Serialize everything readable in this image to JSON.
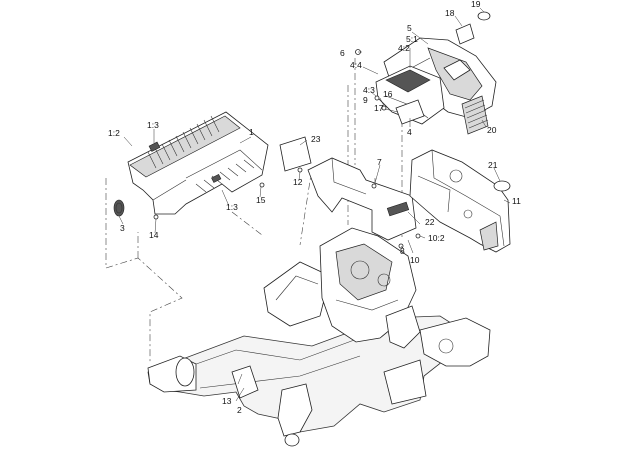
{
  "callouts": [
    {
      "id": "c1",
      "text": "1"
    },
    {
      "id": "c1_2",
      "text": "1:2"
    },
    {
      "id": "c1_3a",
      "text": "1:3"
    },
    {
      "id": "c1_3b",
      "text": "1:3"
    },
    {
      "id": "c2",
      "text": "2"
    },
    {
      "id": "c3",
      "text": "3"
    },
    {
      "id": "c4",
      "text": "4"
    },
    {
      "id": "c4_2",
      "text": "4:2"
    },
    {
      "id": "c4_3",
      "text": "4:3"
    },
    {
      "id": "c4_4",
      "text": "4:4"
    },
    {
      "id": "c5",
      "text": "5"
    },
    {
      "id": "c5_1",
      "text": "5:1"
    },
    {
      "id": "c6",
      "text": "6"
    },
    {
      "id": "c7",
      "text": "7"
    },
    {
      "id": "c8",
      "text": "8"
    },
    {
      "id": "c9",
      "text": "9"
    },
    {
      "id": "c10",
      "text": "10"
    },
    {
      "id": "c10_2",
      "text": "10:2"
    },
    {
      "id": "c11",
      "text": "11"
    },
    {
      "id": "c12",
      "text": "12"
    },
    {
      "id": "c13",
      "text": "13"
    },
    {
      "id": "c14",
      "text": "14"
    },
    {
      "id": "c15",
      "text": "15"
    },
    {
      "id": "c16",
      "text": "16"
    },
    {
      "id": "c17",
      "text": "17"
    },
    {
      "id": "c18",
      "text": "18"
    },
    {
      "id": "c19",
      "text": "19"
    },
    {
      "id": "c20",
      "text": "20"
    },
    {
      "id": "c21",
      "text": "21"
    },
    {
      "id": "c22",
      "text": "22"
    },
    {
      "id": "c23",
      "text": "23"
    }
  ]
}
